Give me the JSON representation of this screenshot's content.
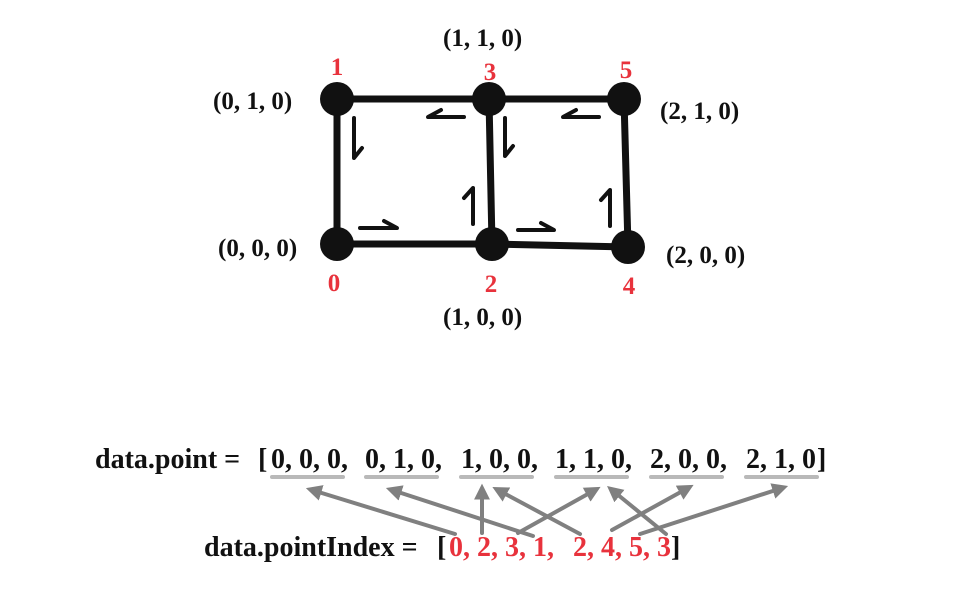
{
  "colors": {
    "ink": "#111111",
    "index": "#e8323c",
    "arrow": "#808080",
    "underline": "#b9b9b9"
  },
  "vertices": [
    {
      "index": "0",
      "coord": "(0, 0, 0)"
    },
    {
      "index": "1",
      "coord": "(0, 1, 0)"
    },
    {
      "index": "2",
      "coord": "(1, 0, 0)"
    },
    {
      "index": "3",
      "coord": "(1, 1, 0)"
    },
    {
      "index": "4",
      "coord": "(2, 0, 0)"
    },
    {
      "index": "5",
      "coord": "(2, 1, 0)"
    }
  ],
  "point_array": {
    "label": "data.point =",
    "open": "[",
    "close": "]",
    "groups": [
      "0, 0, 0,",
      "0, 1, 0,",
      "1, 0, 0,",
      "1, 1, 0,",
      "2, 0, 0,",
      "2, 1, 0"
    ]
  },
  "point_index_array": {
    "label": "data.pointIndex =",
    "open": "[",
    "close": "]",
    "items": [
      "0,",
      "2,",
      "3,",
      "1,",
      "2,",
      "4,",
      "5,",
      "3"
    ]
  }
}
